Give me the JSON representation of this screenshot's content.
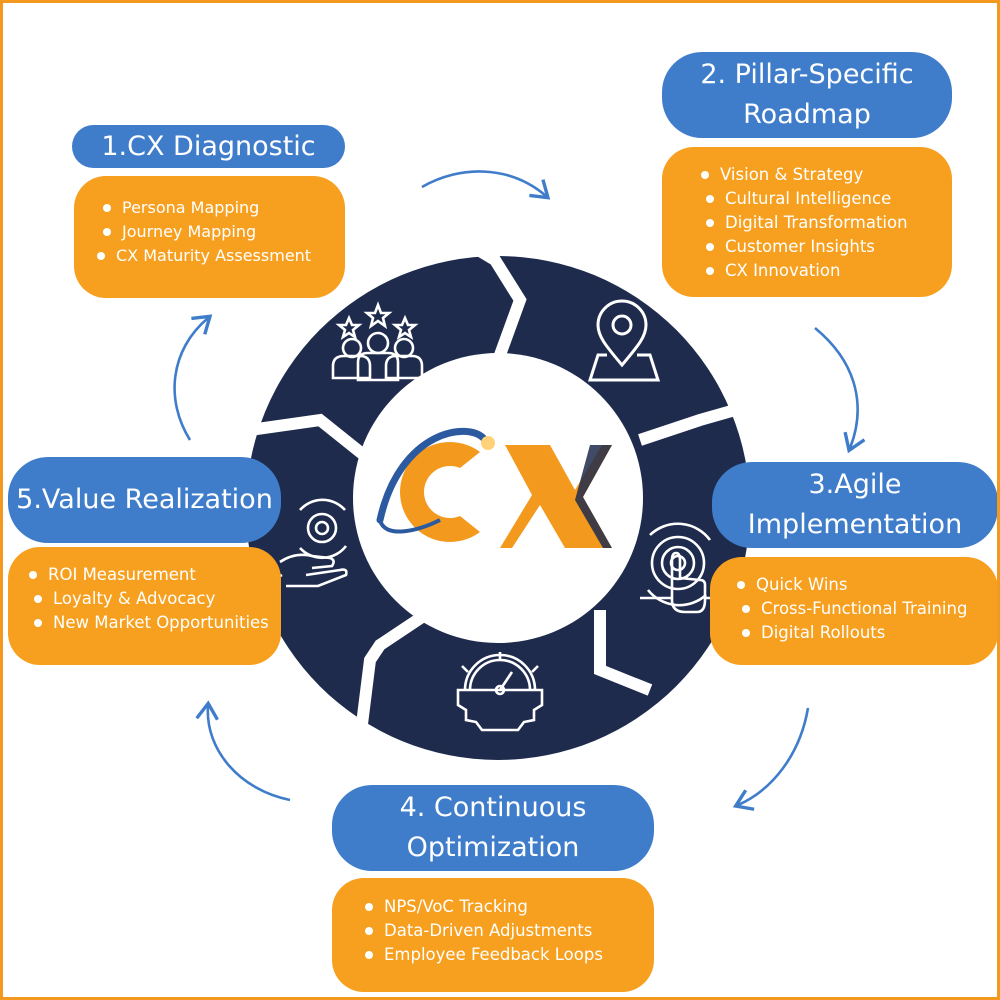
{
  "center_logo": "CX",
  "stages": [
    {
      "title": "1.CX Diagnostic",
      "items": [
        "Persona Mapping",
        "Journey Mapping",
        "CX Maturity Assessment"
      ]
    },
    {
      "title": "2. Pillar-Specific Roadmap",
      "items": [
        "Vision & Strategy",
        "Cultural Intelligence",
        "Digital Transformation",
        "Customer Insights",
        "CX Innovation"
      ]
    },
    {
      "title": "3.Agile Implementation",
      "items": [
        "Quick Wins",
        "Cross-Functional Training",
        "Digital Rollouts"
      ]
    },
    {
      "title": "4. Continuous Optimization",
      "items": [
        "NPS/VoC Tracking",
        "Data-Driven Adjustments",
        "Employee Feedback Loops"
      ]
    },
    {
      "title": "5.Value Realization",
      "items": [
        "ROI Measurement",
        "Loyalty & Advocacy",
        "New Market Opportunities"
      ]
    }
  ],
  "icons": [
    "team-stars-icon",
    "map-pin-icon",
    "gear-touch-icon",
    "speedometer-gear-icon",
    "hand-gear-icon"
  ],
  "colors": {
    "wheel": "#1e2b4d",
    "title_pill": "#3f7dcb",
    "card": "#f7a01f",
    "arrow": "#3f7dcb",
    "border": "#f39a1e"
  }
}
